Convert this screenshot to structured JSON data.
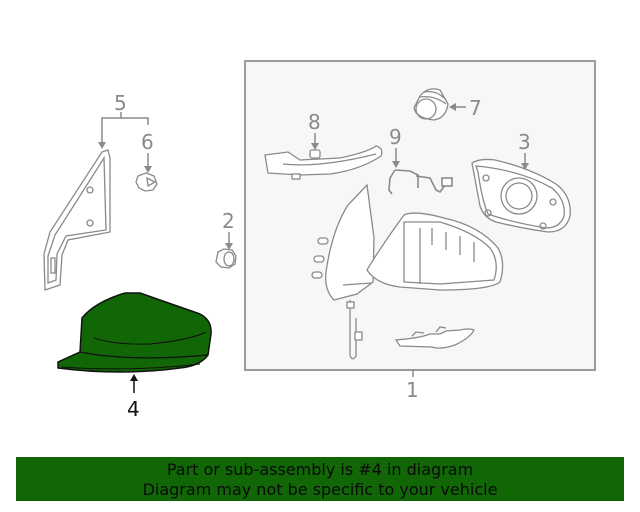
{
  "diagram": {
    "assembly_box": {
      "label": "1"
    },
    "callouts": [
      {
        "id": "1",
        "text": "1"
      },
      {
        "id": "2",
        "text": "2"
      },
      {
        "id": "3",
        "text": "3"
      },
      {
        "id": "4",
        "text": "4",
        "highlighted": true
      },
      {
        "id": "5",
        "text": "5"
      },
      {
        "id": "6",
        "text": "6"
      },
      {
        "id": "7",
        "text": "7"
      },
      {
        "id": "8",
        "text": "8"
      },
      {
        "id": "9",
        "text": "9"
      }
    ],
    "highlight_color": "#116606",
    "line_color": "#8a8a8a",
    "box_fill": "#f7f7f7"
  },
  "banner": {
    "line1": "Part or sub-assembly is #4 in diagram",
    "line2": "Diagram may not be specific to your vehicle",
    "background": "#116606"
  }
}
